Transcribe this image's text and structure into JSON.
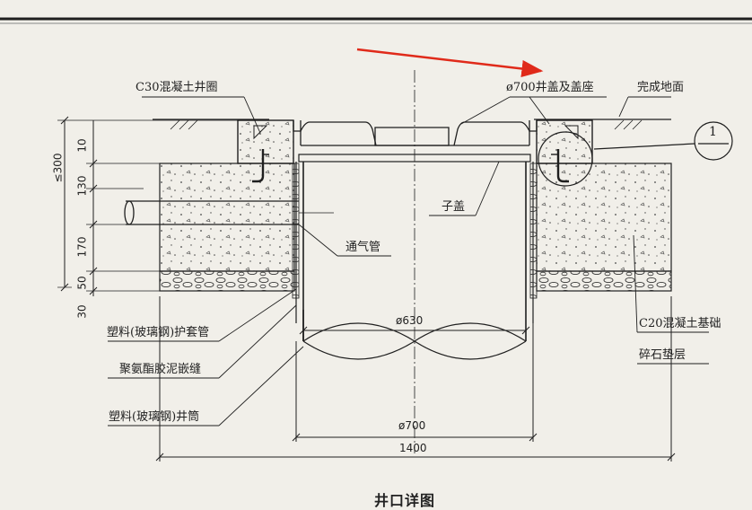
{
  "diagram": {
    "caption": "井口详图",
    "callout_number": "1",
    "labels": {
      "ring": "C30混凝土井圈",
      "cover": "ø700井盖及盖座",
      "ground": "完成地面",
      "sub_cover": "子盖",
      "vent_pipe": "通气管",
      "sleeve": "塑料(玻璃钢)护套管",
      "sealant": "聚氨酯胶泥嵌缝",
      "shaft": "塑料(玻璃钢)井筒",
      "base": "C20混凝土基础",
      "gravel": "碎石垫层"
    },
    "dimensions": {
      "total_height": "≤300",
      "d10": "10",
      "d130": "130",
      "d170": "170",
      "d50": "50",
      "d30": "30",
      "inner_dia": "ø630",
      "outer_dia": "ø700",
      "width": "1400"
    },
    "colors": {
      "line": "#1f1f1f",
      "arrow": "#e02a1a",
      "background": "#f1efe9"
    }
  }
}
